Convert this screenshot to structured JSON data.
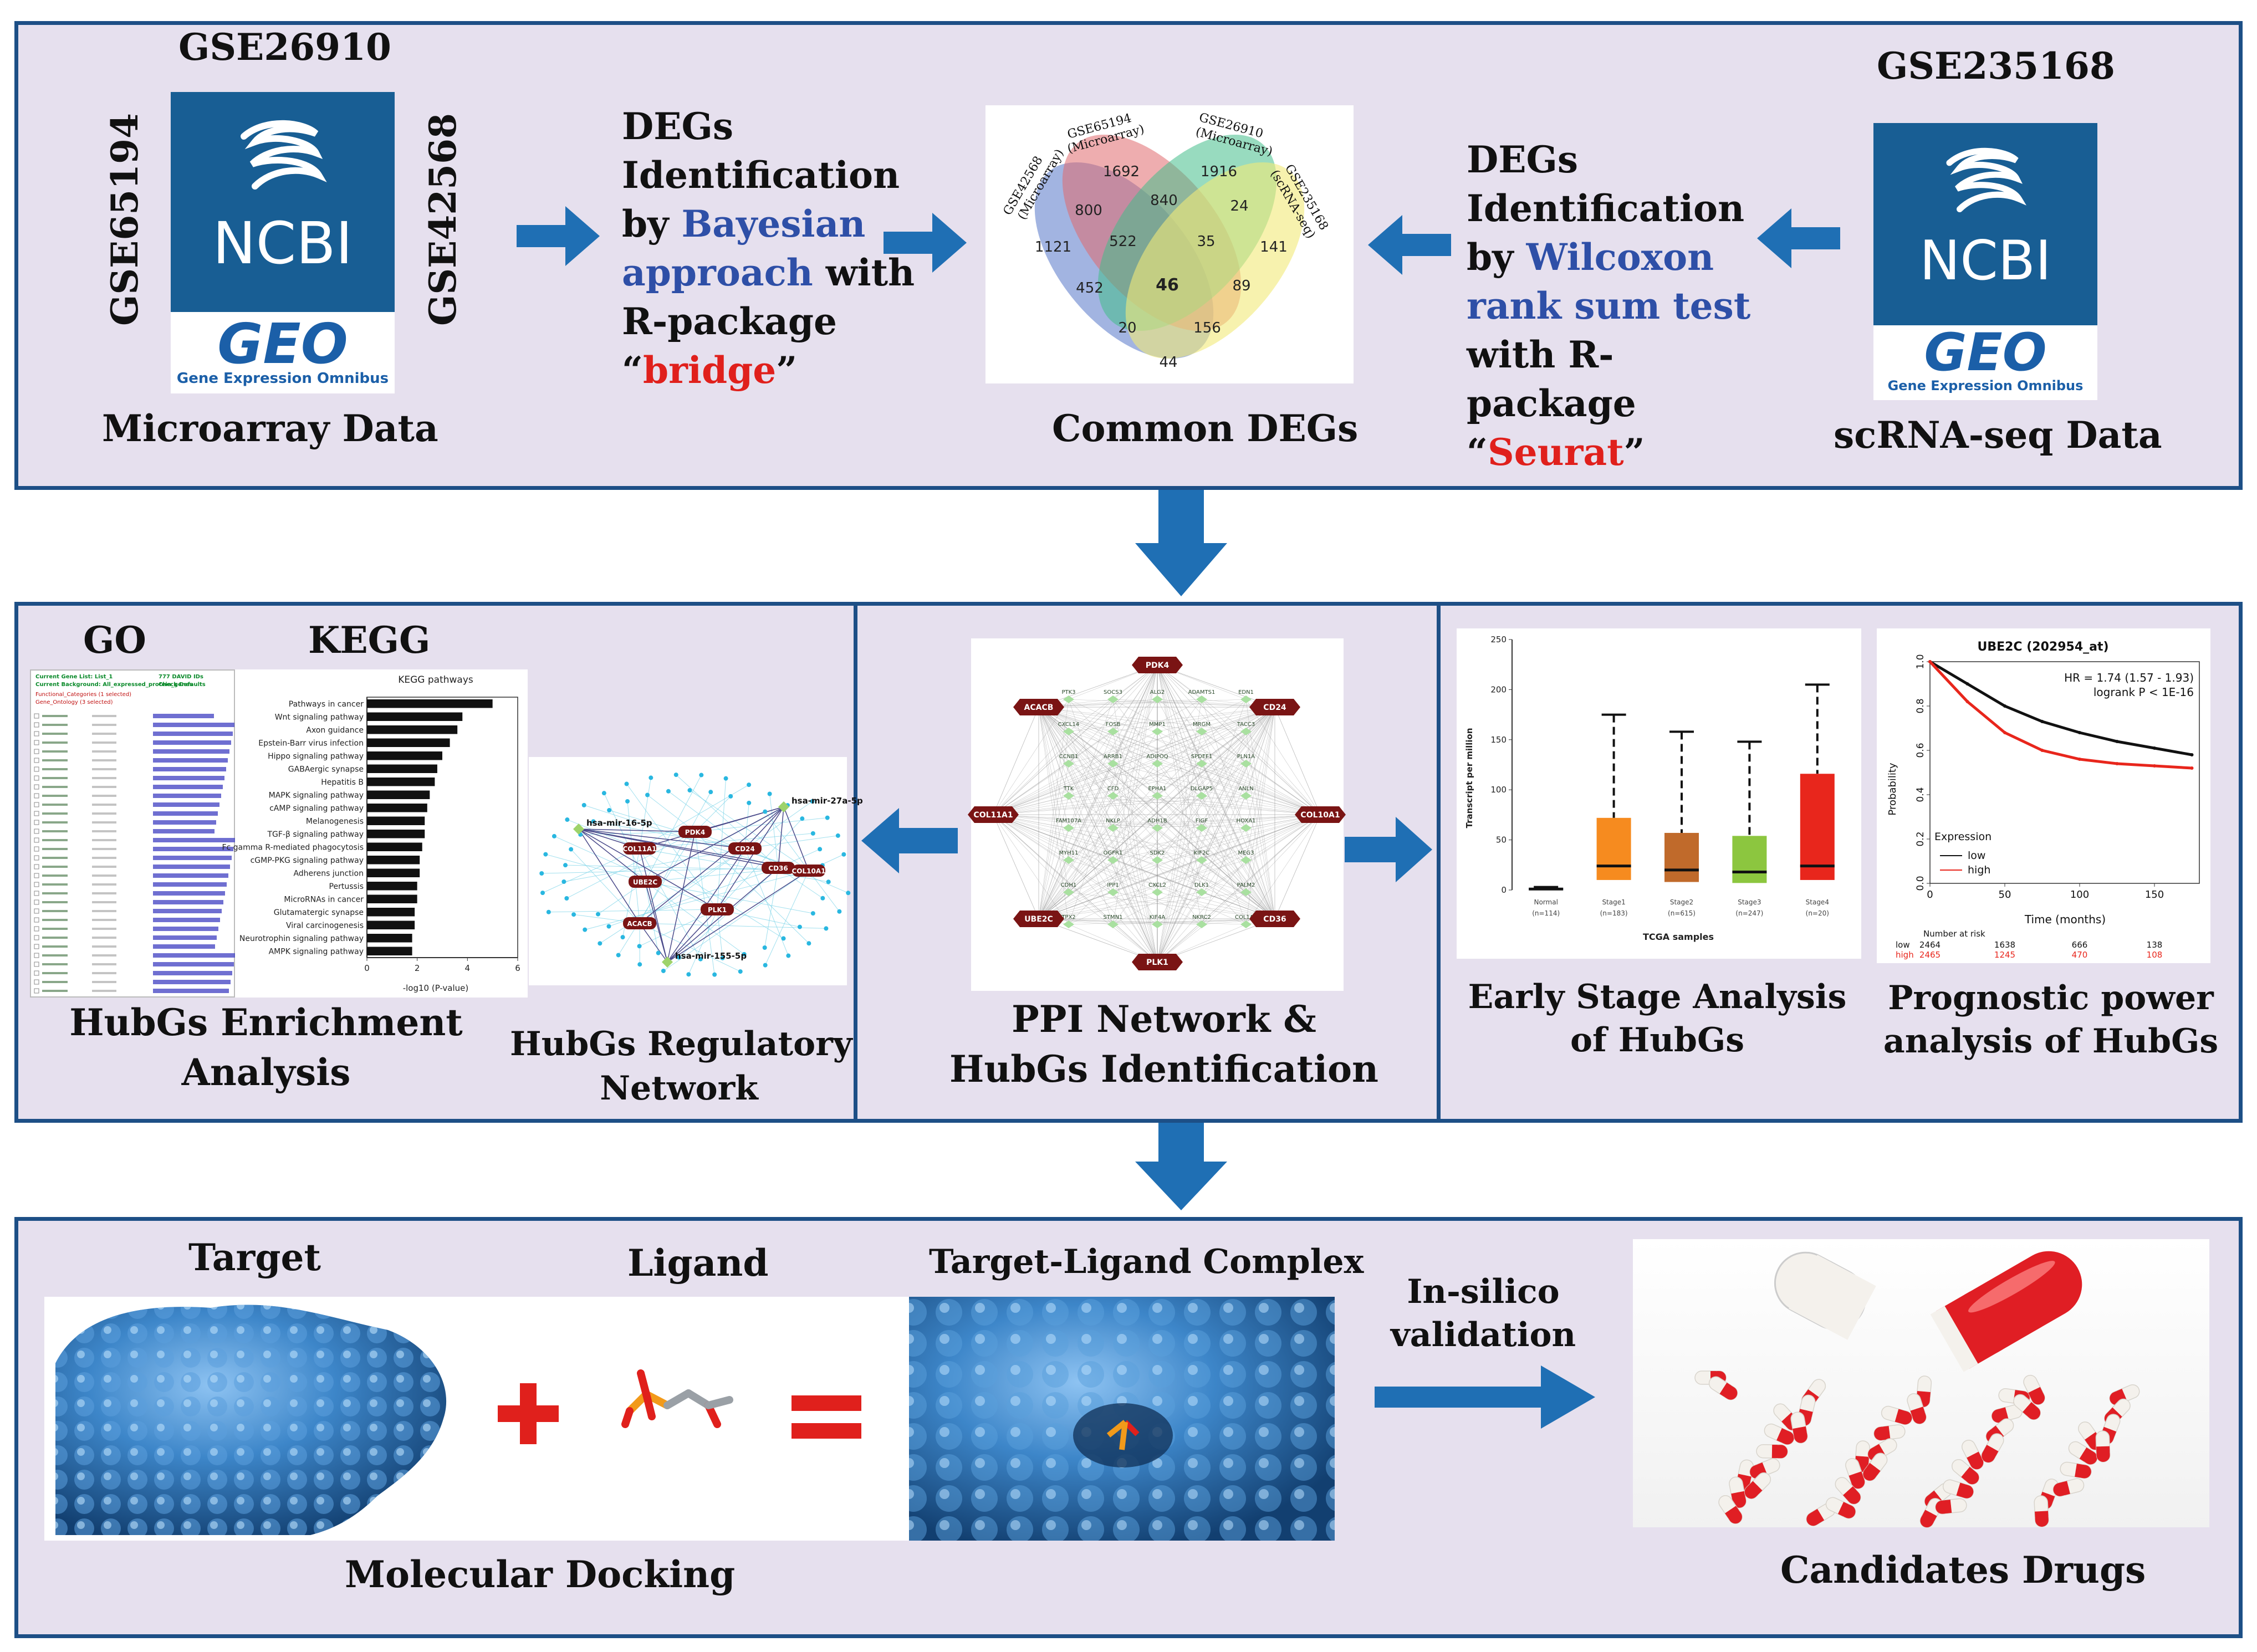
{
  "top_panel": {
    "microarray": {
      "dataset_top": "GSE26910",
      "dataset_left": "GSE65194",
      "dataset_right": "GSE42568",
      "logo_text": "NCBI",
      "geo_text": "GEO",
      "geo_subtitle": "Gene Expression Omnibus",
      "caption": "Microarray Data"
    },
    "deg_left": {
      "line1": "DEGs",
      "line2": "Identification",
      "line3_prefix": "by ",
      "line3_highlight": "Bayesian",
      "line4_highlight": "approach",
      "line4_suffix": " with",
      "line5": "R-package",
      "line6_open": "“",
      "line6_highlight": "bridge",
      "line6_close": "”"
    },
    "venn": {
      "caption": "Common DEGs",
      "sets": [
        {
          "name": "GSE42568 (Microarray)",
          "color": "#5577c9"
        },
        {
          "name": "GSE65194 (Microarray)",
          "color": "#e06a6e"
        },
        {
          "name": "GSE26910 (Microarray)",
          "color": "#43bd8b"
        },
        {
          "name": "GSE235168 (scRNA-seq)",
          "color": "#f1ea78"
        }
      ],
      "set_labels": {
        "a1": "GSE42568",
        "a2": "(Microarray)",
        "b1": "GSE65194",
        "b2": "(Microarray)",
        "c1": "GSE26910",
        "c2": "(Microarray)",
        "d1": "GSE235168",
        "d2": "(scRNA-seq)"
      },
      "regions": {
        "r1692": "1692",
        "r1916": "1916",
        "r800": "800",
        "r840": "840",
        "r24": "24",
        "r1121": "1121",
        "r522": "522",
        "r35": "35",
        "r141": "141",
        "r46": "46",
        "r452": "452",
        "r89": "89",
        "r20": "20",
        "r156": "156",
        "r44": "44"
      }
    },
    "deg_right": {
      "line1": "DEGs",
      "line2": "Identification",
      "line3_prefix": "by ",
      "line3_highlight": "Wilcoxon",
      "line4_highlight": "rank sum test",
      "line5": "with R-",
      "line6": "package",
      "line7_open": "“",
      "line7_highlight": "Seurat",
      "line7_close": "”"
    },
    "scrna": {
      "dataset_top": "GSE235168",
      "logo_text": "NCBI",
      "geo_text": "GEO",
      "geo_subtitle": "Gene Expression Omnibus",
      "caption": "scRNA-seq Data"
    }
  },
  "middle_panel": {
    "enrichment": {
      "go_label": "GO",
      "kegg_label": "KEGG",
      "go_header_1": "Current Gene List: List_1",
      "go_header_2": "Current Background: All_expressed_protein_genes",
      "go_header_3": "777 DAVID IDs",
      "go_header_4": "Check Defaults",
      "go_header_5": "Clear All",
      "go_cat_1": "Functional_Categories (1 selected)",
      "go_cat_2": "Gene_Ontology (3 selected)",
      "kegg_title": "KEGG pathways",
      "kegg_xlabel": "-log10 (P-value)",
      "kegg_pathways": [
        {
          "name": "Pathways in cancer",
          "value": 5.0
        },
        {
          "name": "Wnt signaling pathway",
          "value": 3.8
        },
        {
          "name": "Axon guidance",
          "value": 3.6
        },
        {
          "name": "Epstein-Barr virus infection",
          "value": 3.3
        },
        {
          "name": "Hippo signaling pathway",
          "value": 3.0
        },
        {
          "name": "GABAergic synapse",
          "value": 2.8
        },
        {
          "name": "Hepatitis B",
          "value": 2.7
        },
        {
          "name": "MAPK signaling pathway",
          "value": 2.5
        },
        {
          "name": "cAMP signaling pathway",
          "value": 2.4
        },
        {
          "name": "Melanogenesis",
          "value": 2.3
        },
        {
          "name": "TGF-β signaling pathway",
          "value": 2.3
        },
        {
          "name": "Fc gamma R-mediated phagocytosis",
          "value": 2.2
        },
        {
          "name": "cGMP-PKG signaling pathway",
          "value": 2.1
        },
        {
          "name": "Adherens junction",
          "value": 2.1
        },
        {
          "name": "Pertussis",
          "value": 2.0
        },
        {
          "name": "MicroRNAs in cancer",
          "value": 2.0
        },
        {
          "name": "Glutamatergic synapse",
          "value": 1.9
        },
        {
          "name": "Viral carcinogenesis",
          "value": 1.9
        },
        {
          "name": "Neurotrophin signaling pathway",
          "value": 1.8
        },
        {
          "name": "AMPK signaling pathway",
          "value": 1.8
        }
      ],
      "kegg_ticks": [
        "0",
        "2",
        "4",
        "6"
      ],
      "caption_1": "HubGs Enrichment",
      "caption_2": "Analysis"
    },
    "regulatory": {
      "caption_1": "HubGs Regulatory",
      "caption_2": "Network",
      "mirnas": [
        "hsa-mir-16-5p",
        "hsa-mir-27a-5p",
        "hsa-mir-155-5p"
      ],
      "genes": [
        "PDK4",
        "COL11A1",
        "CD24",
        "CD36",
        "COL10A1",
        "UBE2C",
        "ACACB",
        "PLK1"
      ]
    },
    "ppi": {
      "caption_1": "PPI Network &",
      "caption_2": "HubGs Identification",
      "hub_genes": [
        "PDK4",
        "CD24",
        "COL10A1",
        "CD36",
        "PLK1",
        "UBE2C",
        "COL11A1",
        "ACACB"
      ],
      "inner_nodes": [
        "PTK3",
        "SOCS3",
        "ALG2",
        "ADAMTS1",
        "EDN1",
        "CXCL14",
        "FOSB",
        "MMP1",
        "MRGM",
        "TACC3",
        "CCNB1",
        "ARRB1",
        "ADIPOQ",
        "SPDEF1",
        "PLN1A",
        "TTK",
        "CFD",
        "EPHA1",
        "DLGAP5",
        "ANLN",
        "FAM107A",
        "NKLP",
        "ADH1B",
        "FIGF",
        "HOXA1",
        "MYH11",
        "OGFR1",
        "SDK2",
        "KIF2C",
        "MEG3",
        "CDH1",
        "IPP1",
        "CXCL2",
        "DLK1",
        "PALM2",
        "TPX2",
        "STMN1",
        "KIF4A",
        "NKRC2",
        "COL1A1"
      ]
    },
    "early_stage": {
      "caption_1": "Early Stage Analysis",
      "caption_2": "of HubGs",
      "ylabel": "Transcript per million",
      "xlabel": "TCGA samples",
      "yticks": [
        "0",
        "50",
        "100",
        "150",
        "200",
        "250"
      ],
      "groups": [
        {
          "name": "Normal",
          "n": "(n=114)",
          "color": "#2f5c9a",
          "min": 0,
          "q1": 0,
          "median": 1,
          "q3": 2,
          "max": 3
        },
        {
          "name": "Stage1",
          "n": "(n=183)",
          "color": "#f68b1f",
          "min": 0,
          "q1": 10,
          "median": 24,
          "q3": 72,
          "max": 175
        },
        {
          "name": "Stage2",
          "n": "(n=615)",
          "color": "#c06a2b",
          "min": 0,
          "q1": 8,
          "median": 20,
          "q3": 57,
          "max": 158
        },
        {
          "name": "Stage3",
          "n": "(n=247)",
          "color": "#8cc63f",
          "min": 0,
          "q1": 7,
          "median": 18,
          "q3": 54,
          "max": 148
        },
        {
          "name": "Stage4",
          "n": "(n=20)",
          "color": "#e8261c",
          "min": 0,
          "q1": 10,
          "median": 24,
          "q3": 116,
          "max": 205
        }
      ]
    },
    "prognostic": {
      "caption_1": "Prognostic power",
      "caption_2": "analysis of HubGs",
      "title": "UBE2C (202954_at)",
      "hr_text": "HR = 1.74 (1.57 - 1.93)",
      "logrank_text": "logrank P < 1E-16",
      "ylabel": "Probability",
      "xlabel": "Time (months)",
      "yticks": [
        "0.0",
        "0.2",
        "0.4",
        "0.6",
        "0.8",
        "1.0"
      ],
      "xticks": [
        "0",
        "50",
        "100",
        "150"
      ],
      "legend_title": "Expression",
      "legend_low": "low",
      "legend_high": "high",
      "risk_title": "Number at risk",
      "risk_low_label": "low",
      "risk_high_label": "high",
      "risk_low": [
        "2464",
        "1638",
        "666",
        "138"
      ],
      "risk_high": [
        "2465",
        "1245",
        "470",
        "108"
      ],
      "low_color": "#111111",
      "high_color": "#e8261c",
      "chart_data": {
        "type": "line",
        "x": [
          0,
          25,
          50,
          75,
          100,
          125,
          150,
          175
        ],
        "series": [
          {
            "name": "low",
            "values": [
              1.0,
              0.9,
              0.8,
              0.73,
              0.68,
              0.64,
              0.61,
              0.58
            ]
          },
          {
            "name": "high",
            "values": [
              1.0,
              0.82,
              0.68,
              0.6,
              0.56,
              0.54,
              0.53,
              0.52
            ]
          }
        ]
      }
    }
  },
  "bottom_panel": {
    "target_label": "Target",
    "ligand_label": "Ligand",
    "complex_label": "Target-Ligand Complex",
    "docking_caption": "Molecular Docking",
    "validation_1": "In-silico",
    "validation_2": "validation",
    "drugs_caption": "Candidates Drugs",
    "plus_symbol": "+",
    "equals_symbol": "="
  },
  "colors": {
    "panel_bg": "#e6e0ee",
    "panel_border": "#1d4f86",
    "arrow": "#1f6fb4",
    "highlight_blue": "#2e4fa7",
    "highlight_red": "#e0201c",
    "ncbi_blue": "#185e94"
  }
}
